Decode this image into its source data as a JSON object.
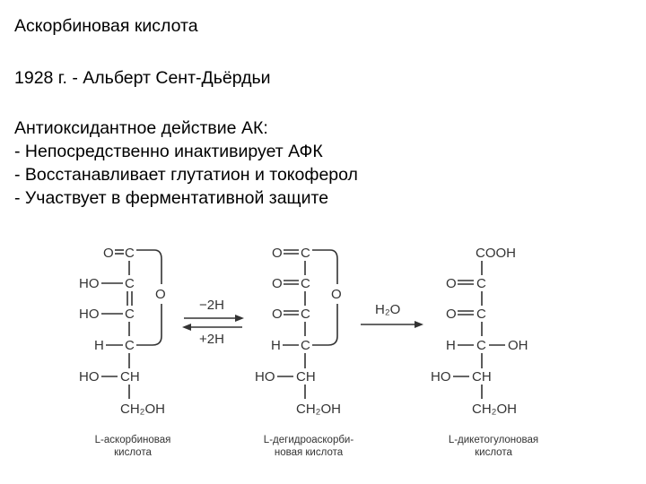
{
  "title": "Аскорбиновая кислота",
  "discovery": "1928 г. - Альберт Сент-Дьёрдьи",
  "antioxidant": {
    "heading": "Антиоксидантное действие АК:",
    "items": [
      "- Непосредственно инактивирует АФК",
      "- Восстанавливает глутатион и токоферол",
      "- Участвует в ферментативной защите"
    ]
  },
  "scheme": {
    "arrow1_top": "−2H",
    "arrow1_bottom": "+2H",
    "arrow2_label": "H₂O",
    "molecules": [
      {
        "caption_lines": [
          "L-аскорбиновая",
          "кислота"
        ]
      },
      {
        "caption_lines": [
          "L-дегидроаскорби-",
          "новая кислота"
        ]
      },
      {
        "caption_lines": [
          "L-дикетогулоновая",
          "кислота"
        ]
      }
    ]
  }
}
